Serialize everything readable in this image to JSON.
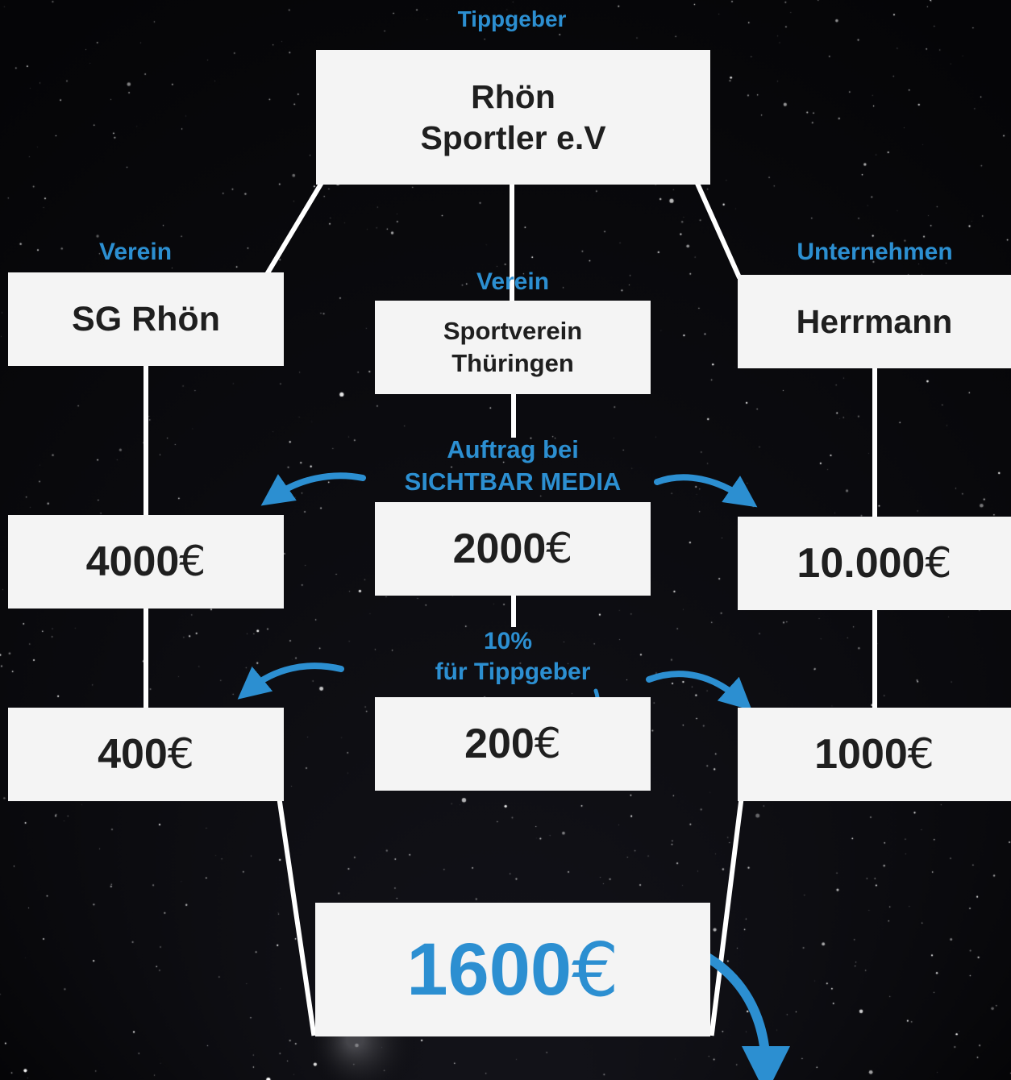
{
  "top": {
    "role_label": "Tippgeber",
    "name_line1": "Rhön",
    "name_line2": "Sportler e.V"
  },
  "left": {
    "role_label": "Verein",
    "name": "SG Rhön",
    "order_value": "4000",
    "commission_value": "400"
  },
  "center": {
    "role_label": "Verein",
    "name_line1": "Sportverein",
    "name_line2": "Thüringen",
    "order_label_line1": "Auftrag bei",
    "order_label_line2": "SICHTBAR MEDIA",
    "order_value": "2000",
    "commission_label_line1": "10%",
    "commission_label_line2": "für Tippgeber",
    "commission_value": "200"
  },
  "right": {
    "role_label": "Unternehmen",
    "name": "Herrmann",
    "order_value": "10.000",
    "commission_value": "1000"
  },
  "total": {
    "value": "1600"
  },
  "currency_symbol": "€",
  "colors": {
    "accent": "#2c8fd1",
    "box": "#f4f4f4",
    "text": "#1f1f1f",
    "background": "#060608",
    "line": "#ffffff"
  },
  "icons": [
    "arrow-left-curved-icon",
    "arrow-right-curved-icon",
    "arrow-down-curved-icon"
  ]
}
